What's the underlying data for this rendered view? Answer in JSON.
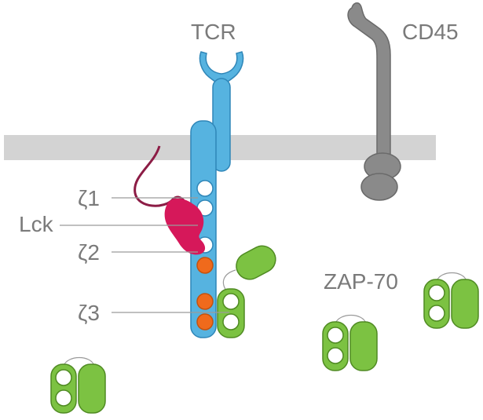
{
  "labels": {
    "tcr": "TCR",
    "cd45": "CD45",
    "zeta1": "ζ1",
    "lck": "Lck",
    "zeta2": "ζ2",
    "zeta3": "ζ3",
    "zap70": "ZAP-70"
  },
  "colors": {
    "membrane": "#d3d3d3",
    "tcr": "#56b3e0",
    "tcr_outline": "#2f86b8",
    "cd45": "#8a8a8a",
    "cd45_outline": "#6a6a6a",
    "lck": "#d6185a",
    "lck_tail": "#8c1c45",
    "zap": "#7cc242",
    "zap_outline": "#4f8a22",
    "itam_open": "#ffffff",
    "itam_phos": "#f06a1c",
    "label_text": "#7a7a7a",
    "leader_line": "#9a9a9a"
  },
  "itams": {
    "states": [
      "open",
      "open",
      "open",
      "phosphorylated",
      "phosphorylated",
      "phosphorylated"
    ]
  }
}
